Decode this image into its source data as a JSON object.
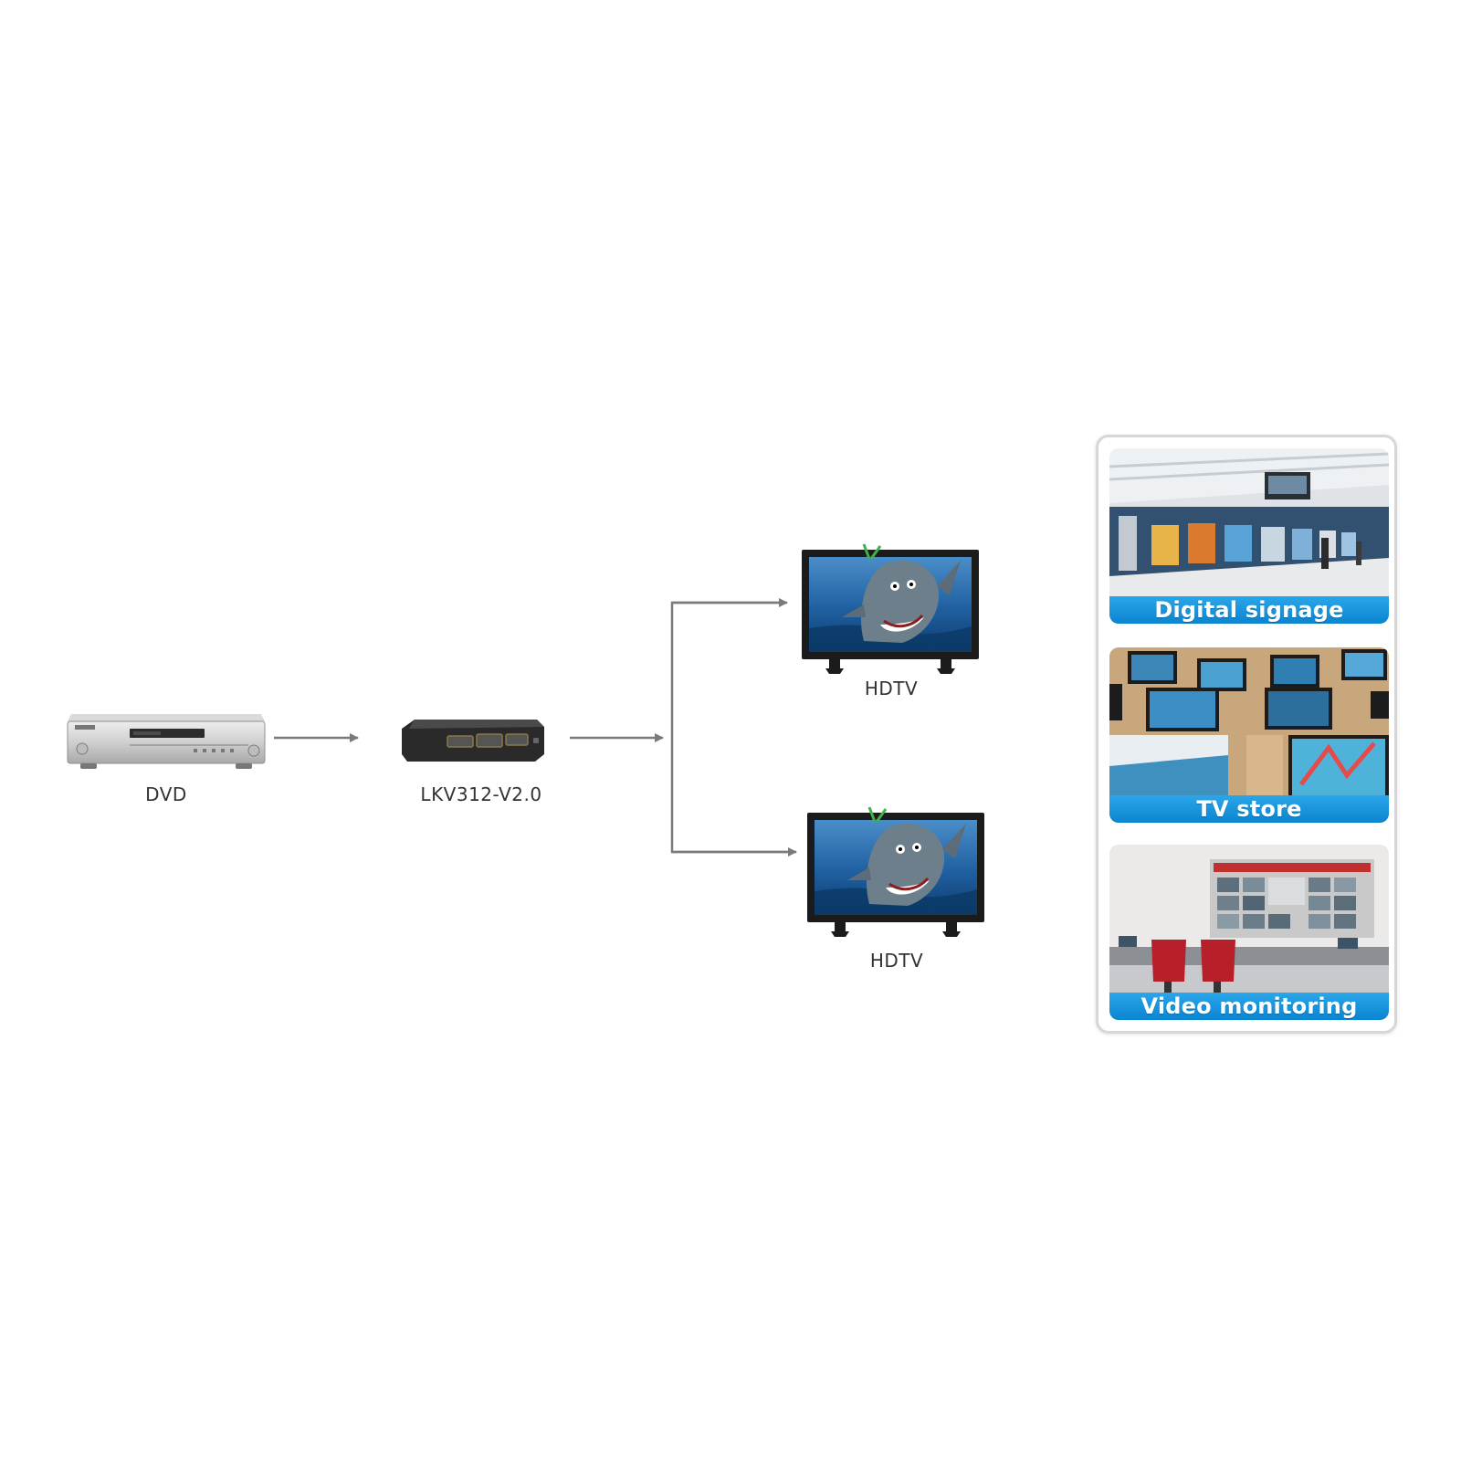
{
  "colors": {
    "arrow": "#7a7a7a",
    "label": "#333333",
    "caption_band": "#1a92dc",
    "panel_border": "#d7d7d7"
  },
  "diagram": {
    "source": {
      "label": "DVD",
      "icon": "dvd-player-icon"
    },
    "splitter": {
      "label": "LKV312-V2.0",
      "icon": "hdmi-splitter-icon"
    },
    "outputs": [
      {
        "label": "HDTV",
        "icon": "hdtv-icon"
      },
      {
        "label": "HDTV",
        "icon": "hdtv-icon"
      }
    ]
  },
  "applications": [
    {
      "caption": "Digital signage",
      "icon": "subway-station-photo"
    },
    {
      "caption": "TV store",
      "icon": "tv-store-photo"
    },
    {
      "caption": "Video monitoring",
      "icon": "control-room-photo"
    }
  ]
}
